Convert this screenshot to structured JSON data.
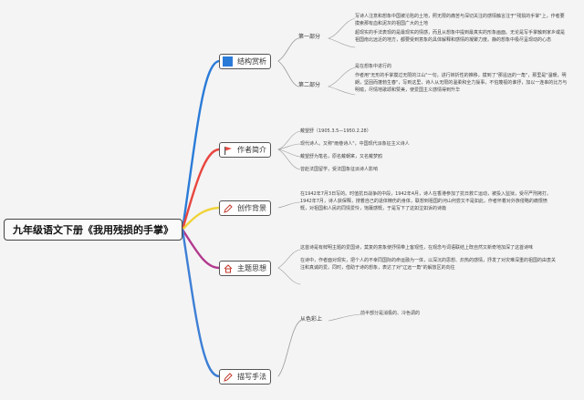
{
  "root": {
    "title": "九年级语文下册《我用残损的手掌》"
  },
  "branches": [
    {
      "key": "structure",
      "label": "结构赏析",
      "color": "#2a7bd8",
      "icon": "blue-square-icon",
      "children": [
        {
          "label": "第一部分",
          "notes": [
            "写诗人注意和想象中国被沦陷的土地，照无限的痛苦与深切关注的感情触言注于\"残损的手掌\"上，作者要摸索那有血和泥灰的祖国广大的土地",
            "超现实的手法表现的是最现实的情感，而且从想象中提到最真实的形象画面。无论是写手掌触到家乡或是祖国南北远近的地方，都要受到意象的具体解释和感情的凝聚力度。静的想象中极尽呈现动的心态"
          ]
        },
        {
          "label": "第二部分",
          "notes": [
            "是在想象中进行的",
            "作者用\"无形的手掌摸过无限的江山\"一句，进行转折性的推移，摸到了\"那遥远的一角\"，那里是\"温暖，明朗，坚固而蓬勃生春\"，写到这里，诗人从无限的温柔和全力操事，不怕蔑视的谁抒，加以一连串的比方与明喻，尽情地歌颂和赞美，使爱国主义感情得到升华"
          ]
        }
      ]
    },
    {
      "key": "author",
      "label": "作者简介",
      "color": "#e8463f",
      "icon": "red-flag-icon",
      "notes": [
        "戴望舒（1905.3.5—1950.2.28）",
        "现代诗人。又称\"雨巷诗人\"，中国现代派象征主义诗人",
        "戴望舒为笔名，原名戴朝宷，又名戴梦鸥",
        "曾赴法国留学，受法国象征派诗人影响"
      ]
    },
    {
      "key": "background",
      "label": "创作背景",
      "color": "#f0d33a",
      "icon": "pen-icon",
      "notes": [
        "在1942年7月3日写的。时值抗日战争的中段，1942年4月，诗人在香港参加了抗日救亡运动，被投入监狱，受尽严刑拷打。1942年7月，诗人获保释，搜着自己的退体精伤的身体，联想到祖国的河山何尝又不是如此，作者怀着对外族侵略的痛恨愤慨，对祖国和人民的同情爱怜，饱蘸感慨，于是写下了这如泣如诉的诗篇"
      ]
    },
    {
      "key": "theme",
      "label": "主题思想",
      "color": "#b23a8e",
      "icon": "house-icon",
      "notes": [
        "这首诗是有鲜明主题的爱国诗，莫复的意象使抒情带上客观性，在观念与词语联结上既自然又新奇地加深了这首诗味",
        "在诗中，作者面对现实，把个人的不幸同国际的命运融为一体，以深沉的思想、炽热的感情，抒发了对灾难深重的祖国的由衷关注和真诚的爱。同时，借助于诗的想象，表达了对\"辽远一角\"的解放区的向往"
      ]
    },
    {
      "key": "technique",
      "label": "描写手法",
      "color": "#3d7fd6",
      "icon": "pen-icon",
      "children": [
        {
          "label": "从色彩上",
          "notes": [
            "前半部分是消极的、冷色调的"
          ]
        }
      ]
    }
  ]
}
